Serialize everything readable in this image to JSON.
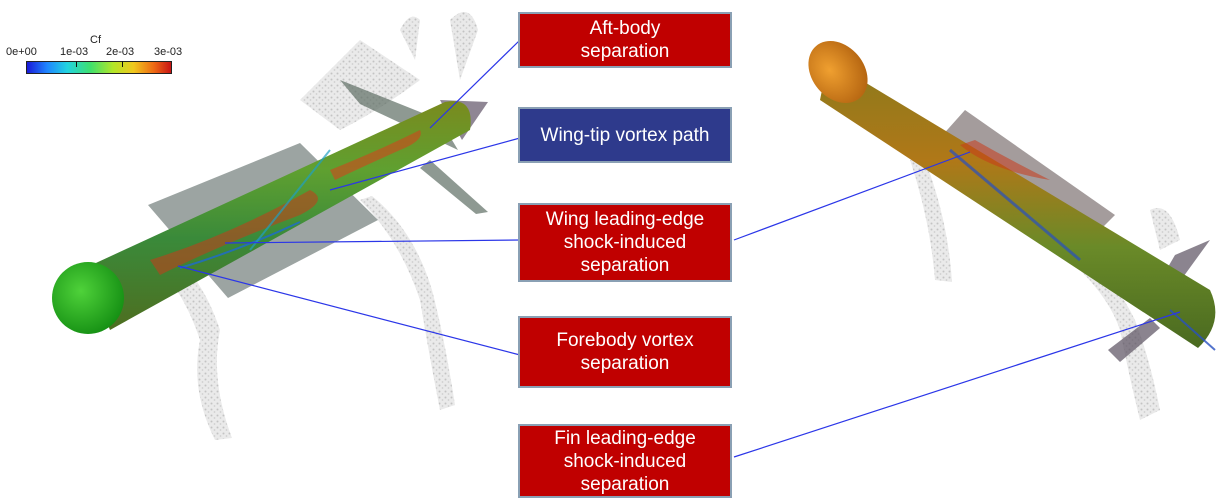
{
  "legend": {
    "title": "Cf",
    "ticks": [
      "0e+00",
      "1e-03",
      "2e-03",
      "3e-03"
    ],
    "colors": [
      "#1a1ad8",
      "#1f86ff",
      "#22d4e0",
      "#3ee06e",
      "#b4e628",
      "#f0c81e",
      "#ee6a14",
      "#c81414"
    ]
  },
  "callouts": [
    {
      "id": "aftbody",
      "text": "Aft-body\nseparation",
      "color": "#c00000"
    },
    {
      "id": "wingtip",
      "text": "Wing-tip vortex path",
      "color": "#2e3a8c"
    },
    {
      "id": "wingle",
      "text": "Wing leading-edge\nshock-induced\nseparation",
      "color": "#c00000"
    },
    {
      "id": "forebody",
      "text": "Forebody vortex\nseparation",
      "color": "#c00000"
    },
    {
      "id": "finle",
      "text": "Fin leading-edge\nshock-induced\nseparation",
      "color": "#c00000"
    }
  ],
  "leader_color": "#2b36e8"
}
